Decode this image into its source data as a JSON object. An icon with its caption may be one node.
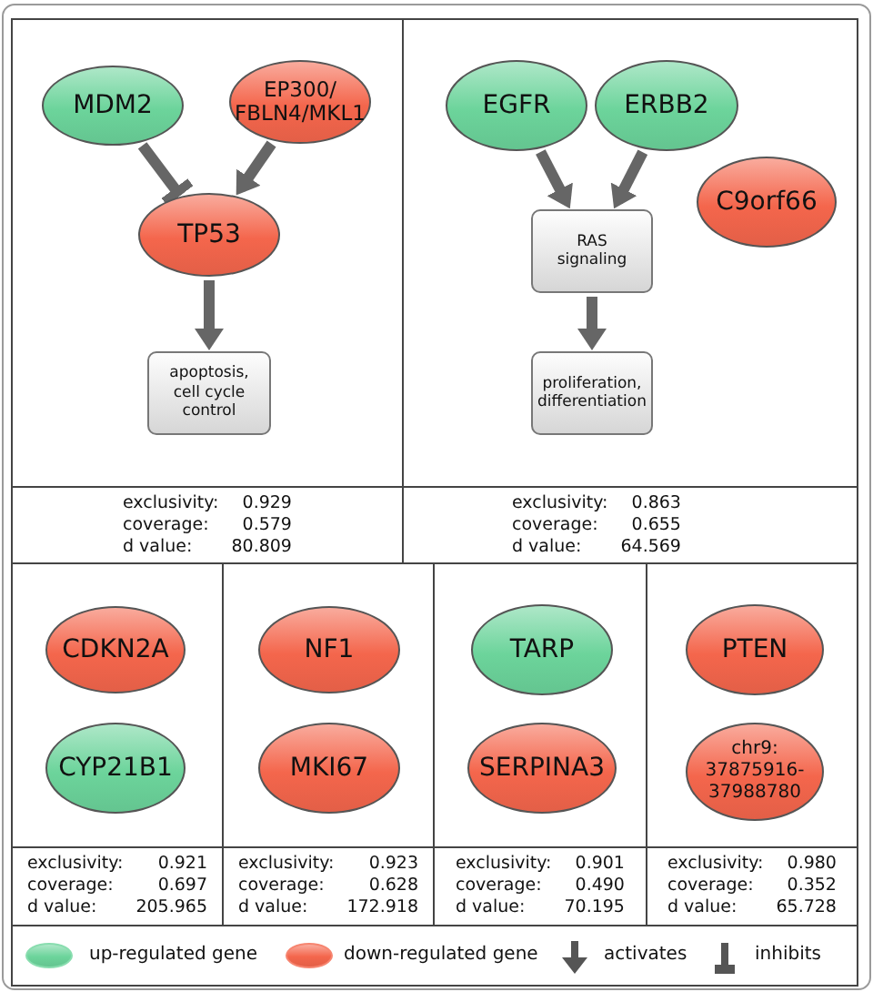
{
  "diagram": {
    "nodes": [
      {
        "text": [
          "exclusivity:",
          "0.929",
          "coverage:",
          "0.579",
          "d value:",
          "80.809"
        ]
      },
      {
        "text": [
          "MDM2"
        ],
        "in": 0
      },
      {
        "text": [
          "EP300/ FBLN4/MKL1"
        ],
        "in": 0
      },
      {
        "text": [
          "TP53"
        ],
        "in": 0
      },
      {
        "text": [
          "apoptosis, cell cycle control"
        ],
        "in": 0
      },
      {
        "text": [
          "exclusivity:",
          "0.863",
          "coverage:",
          "0.655",
          "d value:",
          "64.569"
        ]
      },
      {
        "text": [
          "EGFR"
        ],
        "in": 5
      },
      {
        "text": [
          "ERBB2"
        ],
        "in": 5
      },
      {
        "text": [
          "C9orf66"
        ],
        "in": 5
      },
      {
        "text": [
          "RAS signaling"
        ],
        "in": 5
      },
      {
        "text": [
          "proliferation, differentiation"
        ],
        "in": 5
      },
      {
        "text": [
          "exclusivity:",
          "0.921",
          "coverage:",
          "0.697",
          "d value:",
          "205.965"
        ]
      },
      {
        "text": [
          "CDKN2A"
        ],
        "in": 11
      },
      {
        "text": [
          "CYP21B1"
        ],
        "in": 11
      },
      {
        "text": [
          "exclusivity:",
          "0.923",
          "coverage:",
          "0.628",
          "d value:",
          "172.918"
        ]
      },
      {
        "text": [
          "NF1"
        ],
        "in": 14
      },
      {
        "text": [
          "MKI67"
        ],
        "in": 14
      },
      {
        "text": [
          "exclusivity:",
          "0.901",
          "coverage:",
          "0.490",
          "d value:",
          "70.195"
        ]
      },
      {
        "text": [
          "TARP"
        ],
        "in": 17
      },
      {
        "text": [
          "SERPINA3"
        ],
        "in": 17
      },
      {
        "text": [
          "exclusivity:",
          "0.980",
          "coverage:",
          "0.352",
          "d value:",
          "65.728"
        ]
      },
      {
        "text": [
          "PTEN"
        ],
        "in": 20
      },
      {
        "text": [
          "chr9: 37875916-37988780"
        ],
        "in": 20
      }
    ],
    "edges": [
      {
        "from": 1,
        "to": 3,
        "arrow": "other"
      },
      {
        "from": 2,
        "to": 3,
        "arrow": "to"
      },
      {
        "from": 3,
        "to": 4,
        "arrow": "to"
      },
      {
        "from": 6,
        "to": 9,
        "arrow": "to"
      },
      {
        "from": 7,
        "to": 9,
        "arrow": "to"
      },
      {
        "from": 9,
        "to": 10,
        "arrow": "to"
      }
    ],
    "legend": [
      {
        "text": "up-regulated gene",
        "color": "#6cd49b"
      },
      {
        "text": "down-regulated gene",
        "color": "#f4664c"
      },
      {
        "text": "activates"
      },
      {
        "text": "inhibits"
      }
    ]
  }
}
